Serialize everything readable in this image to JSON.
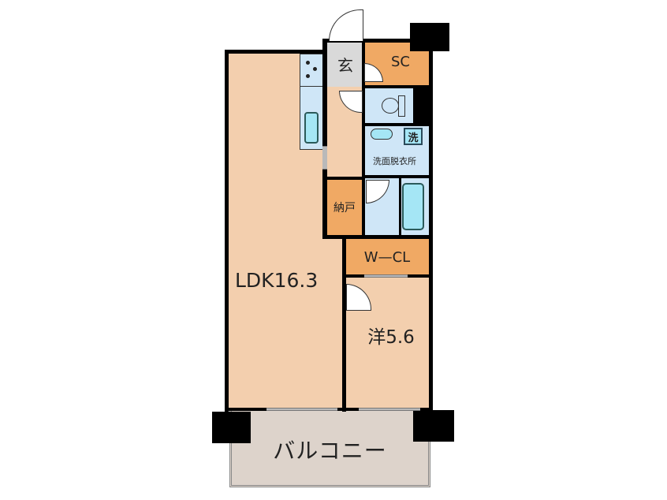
{
  "floorplan": {
    "colors": {
      "ldk": "#f3cfae",
      "storage": "#f0a964",
      "entrance": "#d9d9d9",
      "wet": "#cfe6f7",
      "fixture": "#a5e6f5",
      "balcony": "#ddd3cb",
      "wall": "#000000"
    },
    "rooms": {
      "ldk": {
        "label": "LDK16.3"
      },
      "western": {
        "label": "洋5.6"
      },
      "wcl": {
        "label": "W—CL"
      },
      "closet": {
        "label": "納戸"
      },
      "entrance": {
        "label": "玄"
      },
      "sc": {
        "label": "SC"
      },
      "washroom": {
        "label": "洗面脱衣所",
        "washer_label": "洗"
      },
      "balcony": {
        "label": "バルコニー"
      }
    }
  }
}
